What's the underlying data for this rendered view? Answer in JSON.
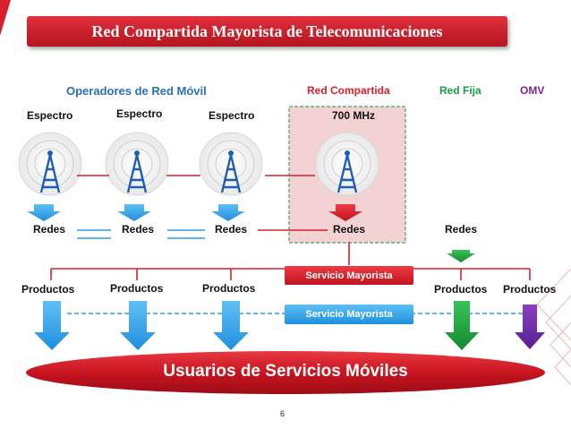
{
  "title": "Red Compartida Mayorista de Telecomunicaciones",
  "headers": {
    "operadores": "Operadores de Red Móvil",
    "red_compartida": "Red  Compartida",
    "red_fija": "Red  Fija",
    "omv": "OMV"
  },
  "espectro_labels": [
    "Espectro",
    "Espectro",
    "Espectro"
  ],
  "band_label": "700 MHz",
  "redes_labels": [
    "Redes",
    "Redes",
    "Redes",
    "Redes",
    "Redes"
  ],
  "productos_labels": [
    "Productos",
    "Productos",
    "Productos",
    "Productos",
    "Productos"
  ],
  "servicio_mayorista_top": "Servicio Mayorista",
  "servicio_mayorista_bottom": "Servicio  Mayorista",
  "banner": "Usuarios de Servicios Móviles",
  "page_number": "6",
  "colors": {
    "red": "#d7202c",
    "blue": "#2f9be4",
    "green": "#1a9a3a",
    "purple": "#6a2a9e",
    "header_blue": "#2a6fb8",
    "header_green": "#1c9c4b",
    "header_purple": "#7a2a8a",
    "highlight_fill": "#f2d2d2",
    "tower_blue": "#1f5fb0"
  }
}
